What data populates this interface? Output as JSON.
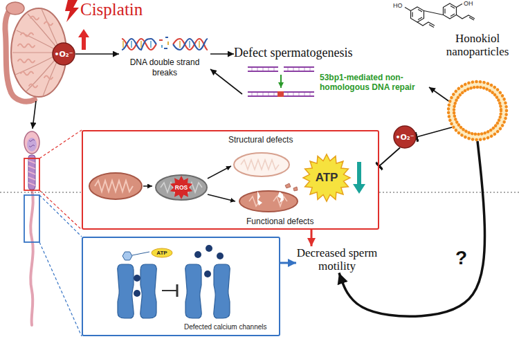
{
  "diagram": {
    "nodes": [
      {
        "text": [
          "•O₂⁻"
        ]
      },
      {
        "text": [
          "DNA double strand breaks"
        ]
      },
      {
        "text": [
          "Defect spermatogenesis"
        ]
      },
      {
        "text": [
          "Honokiol nanoparticles"
        ]
      },
      {
        "text": [
          "53bp1-mediated non-homologous DNA repair"
        ]
      },
      {
        "text": [
          "•O₂⁻"
        ]
      },
      {
        "text": [
          "Structural defects",
          "Functional defects"
        ]
      },
      {
        "text": [
          "ROS"
        ],
        "in": 6
      },
      {
        "text": [
          "ATP"
        ],
        "in": 6
      },
      {
        "text": [
          "Defected calcium channels"
        ]
      },
      {
        "text": [
          "ATP"
        ],
        "in": 9
      },
      {
        "text": [
          "Decreased sperm motility"
        ]
      }
    ],
    "edges": [
      {
        "from": 0,
        "to": 1,
        "arrow": "to"
      },
      {
        "from": 1,
        "to": 2,
        "arrow": "to"
      },
      {
        "from": 4,
        "to": 1,
        "arrow": "to"
      },
      {
        "from": 3,
        "to": 4,
        "arrow": "to"
      },
      {
        "from": 3,
        "to": 5,
        "arrow": "to"
      },
      {
        "from": 5,
        "to": 6,
        "arrow": "to"
      },
      {
        "from": 6,
        "to": 11,
        "arrow": "to"
      },
      {
        "from": 9,
        "to": 11,
        "arrow": "to"
      },
      {
        "from": 3,
        "to": 11,
        "label": "?",
        "arrow": "to"
      }
    ],
    "labels": [
      "Cisplatin",
      "HO",
      "OH"
    ]
  }
}
